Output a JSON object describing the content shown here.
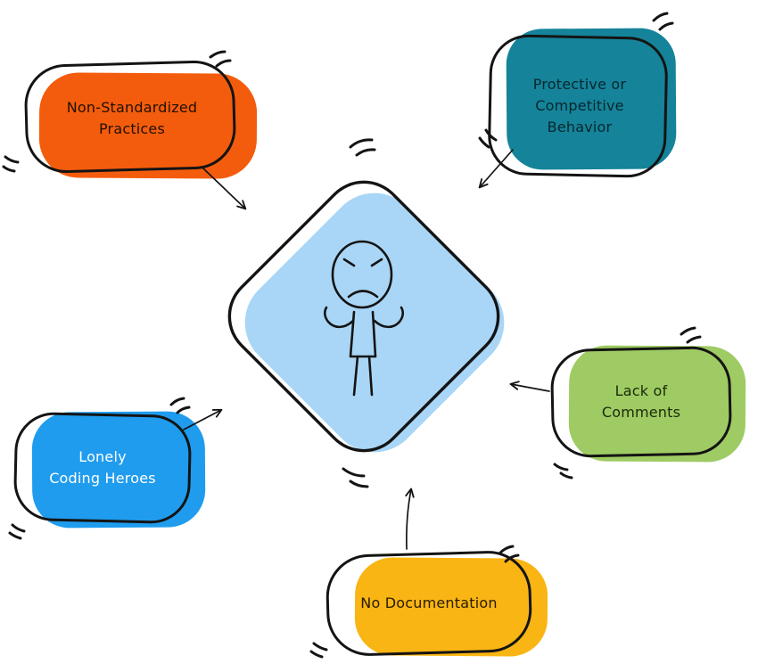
{
  "diagram": {
    "type": "mind-map",
    "outline_color": "#141414",
    "center": {
      "icon": "confused-person-shrugging-icon",
      "fill_color": "#a9d6f6"
    },
    "nodes": [
      {
        "id": "non-standardized-practices",
        "label": "Non-Standardized\nPractices",
        "fill_color": "#f45c0d",
        "text_color": "#211000"
      },
      {
        "id": "protective-or-competitive-behavior",
        "label": "Protective or\nCompetitive\nBehavior",
        "fill_color": "#158399",
        "text_color": "#05272e"
      },
      {
        "id": "lack-of-comments",
        "label": "Lack of\nComments",
        "fill_color": "#9ecb63",
        "text_color": "#1b2a08"
      },
      {
        "id": "lonely-coding-heroes",
        "label": "Lonely\nCoding Heroes",
        "fill_color": "#1f9cee",
        "text_color": "#ffffff"
      },
      {
        "id": "no-documentation",
        "label": "No Documentation",
        "fill_color": "#f9b513",
        "text_color": "#271c01"
      }
    ]
  }
}
